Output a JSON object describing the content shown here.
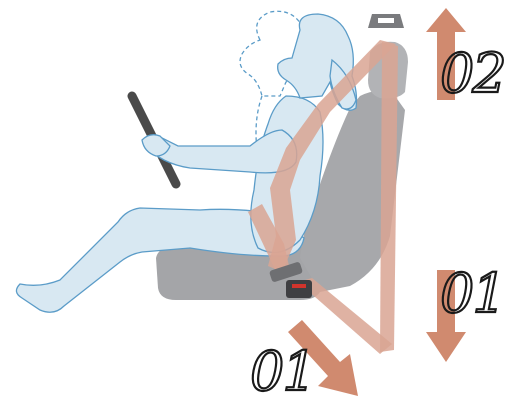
{
  "labels": {
    "up_arrow": "02",
    "down_arrow": "01",
    "diagonal_arrow": "01"
  },
  "colors": {
    "belt": "#d9a493",
    "belt_dark": "#b9705f",
    "arrow": "#d08a6f",
    "body_fill": "#d8e8f2",
    "body_stroke": "#5b9cc8",
    "seat": "#a9aaad",
    "seat_dark": "#8d8e91",
    "steering_wheel": "#4a4a4a",
    "buckle_red": "#d2342c"
  },
  "icons": {
    "up_arrow": "arrow-up-icon",
    "down_arrow": "arrow-down-icon",
    "diagonal_arrow": "arrow-down-right-icon"
  }
}
